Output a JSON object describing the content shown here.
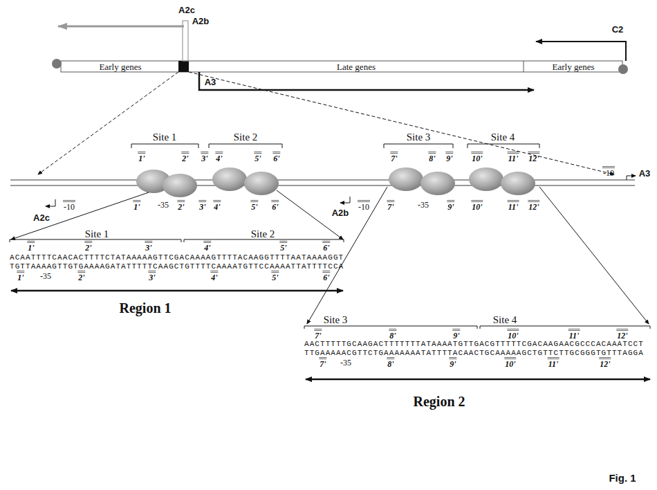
{
  "diagram": {
    "caption": "Fig. 1",
    "nodes": [
      {
        "text": [
          "Early genes"
        ]
      },
      {
        "text": [
          "Late genes"
        ]
      },
      {
        "text": [
          "Early genes"
        ]
      }
    ],
    "labels": [
      "A2c",
      "A2b",
      "C2",
      "A3",
      "Site 1",
      "Site 2",
      "Site 3",
      "Site 4",
      "1'",
      "2'",
      "3'",
      "4'",
      "5'",
      "6'",
      "7'",
      "8'",
      "9'",
      "10'",
      "11'",
      "12'",
      "1'",
      "-35",
      "2'",
      "3'",
      "4'",
      "5'",
      "6'",
      "7'",
      "-35",
      "9'",
      "10'",
      "11'",
      "12'",
      "A2c",
      "-10",
      "A2b",
      "-10",
      "-10",
      "A3",
      "Site 1",
      "Site 2",
      "1'",
      "2'",
      "3'",
      "4'",
      "5'",
      "6'",
      "ACAATTTTCAACACTTTTCTATAAAAAGTTCGACAAAAGTTTTACAAGGTTTTAATAAAAGGT",
      "TGTTAAAAGTTGTGAAAAGATATTTTTCAAGCTGTTTTCAAAATGTTCCAAAATTATTTTCCA",
      "1'",
      "-35",
      "2'",
      "3'",
      "4'",
      "5'",
      "6'",
      "Region 1",
      "Site 3",
      "Site 4",
      "7'",
      "8'",
      "9'",
      "10'",
      "11'",
      "12'",
      "AACTTTTTGCAAGACTTTTTTTATAAAATGTTGACGTTTTTCGACAAGAACGCCCACAAATCCT",
      "TTGAAAAACGTTCTGAAAAAAATATTTTACAACTGCAAAAAGCTGTTCTTGCGGGTGTTTAGGA",
      "7'",
      "-35",
      "8'",
      "9'",
      "10'",
      "11'",
      "12'",
      "Region 2"
    ]
  }
}
